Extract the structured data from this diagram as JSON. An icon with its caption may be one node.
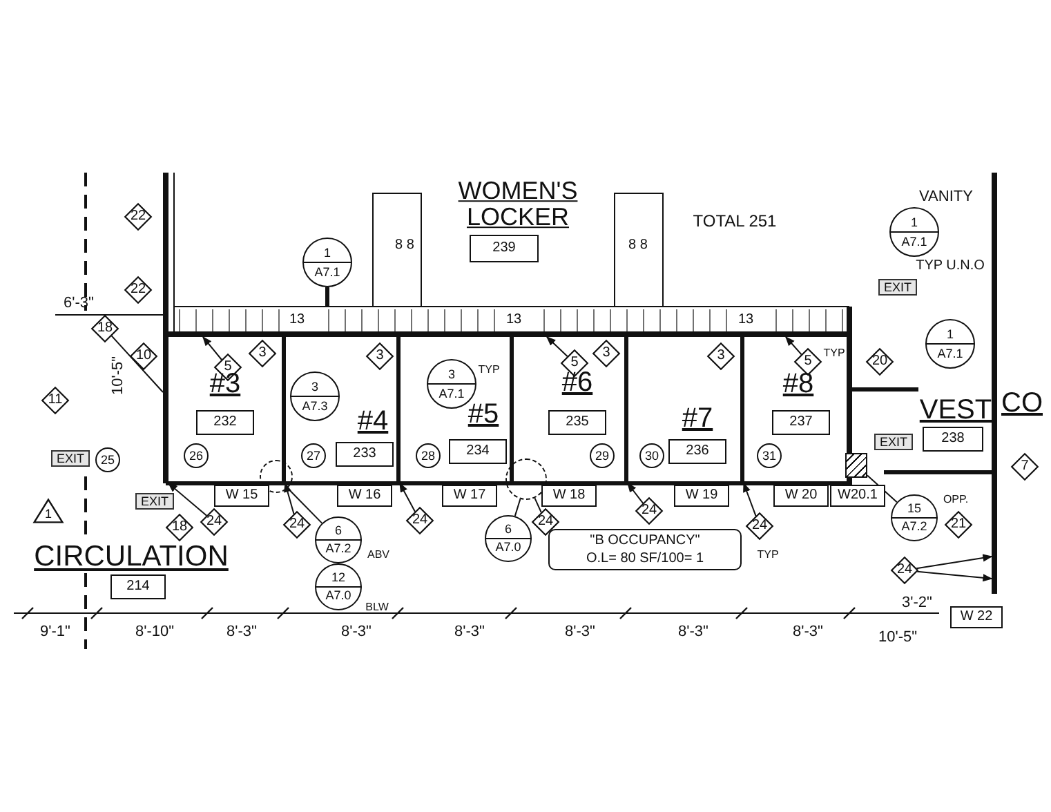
{
  "diagram": {
    "nodes": [
      {
        "text": [
          "22"
        ]
      },
      {
        "text": [
          "1",
          "A7.1"
        ]
      },
      {
        "text": [
          "239"
        ]
      },
      {
        "text": [
          "1",
          "A7.1"
        ]
      },
      {
        "text": [
          "22"
        ]
      },
      {
        "text": [
          "EXIT"
        ]
      },
      {
        "text": [
          "18"
        ]
      },
      {
        "text": [
          "10"
        ]
      },
      {
        "text": [
          "5"
        ]
      },
      {
        "text": [
          "3"
        ]
      },
      {
        "text": [
          "3"
        ]
      },
      {
        "text": [
          "3",
          "A7.1"
        ],
        "beside": [
          "TYP"
        ]
      },
      {
        "text": [
          "5"
        ]
      },
      {
        "text": [
          "3"
        ]
      },
      {
        "text": [
          "3"
        ]
      },
      {
        "text": [
          "5"
        ],
        "beside": [
          "TYP"
        ]
      },
      {
        "text": [
          "1",
          "A7.1"
        ]
      },
      {
        "text": [
          "20"
        ]
      },
      {
        "text": [
          "3",
          "A7.3"
        ]
      },
      {
        "text": [
          "11"
        ]
      },
      {
        "text": [
          "232"
        ]
      },
      {
        "text": [
          "235"
        ]
      },
      {
        "text": [
          "237"
        ]
      },
      {
        "text": [
          "EXIT"
        ]
      },
      {
        "text": [
          "25"
        ]
      },
      {
        "text": [
          "26"
        ]
      },
      {
        "text": [
          "27"
        ]
      },
      {
        "text": [
          "233"
        ]
      },
      {
        "text": [
          "234"
        ]
      },
      {
        "text": [
          "236"
        ]
      },
      {
        "text": [
          "EXIT"
        ]
      },
      {
        "text": [
          "238"
        ]
      },
      {
        "text": [
          "28"
        ]
      },
      {
        "text": [
          "29"
        ]
      },
      {
        "text": [
          "30"
        ]
      },
      {
        "text": [
          "31"
        ]
      },
      {
        "text": [],
        "shape": "circle"
      },
      {
        "text": [],
        "shape": "circle"
      },
      {
        "text": [],
        "shape": "box"
      },
      {
        "text": [
          "W 15"
        ]
      },
      {
        "text": [
          "W 16"
        ]
      },
      {
        "text": [
          "W 17"
        ]
      },
      {
        "text": [
          "W 18"
        ]
      },
      {
        "text": [
          "W 19"
        ]
      },
      {
        "text": [
          "W 20"
        ]
      },
      {
        "text": [
          "W20.1"
        ]
      },
      {
        "text": [
          "EXIT"
        ]
      },
      {
        "text": [
          "1"
        ]
      },
      {
        "text": [
          "18"
        ]
      },
      {
        "text": [
          "24"
        ]
      },
      {
        "text": [
          "24"
        ]
      },
      {
        "text": [
          "24"
        ]
      },
      {
        "text": [
          "24"
        ]
      },
      {
        "text": [
          "24"
        ]
      },
      {
        "text": [
          "24"
        ]
      },
      {
        "text": [
          "6",
          "A7.2"
        ],
        "beside": [
          "ABV"
        ]
      },
      {
        "text": [
          "6",
          "A7.0"
        ]
      },
      {
        "text": [
          "15",
          "A7.2"
        ],
        "beside": [
          "OPP."
        ]
      },
      {
        "text": [
          "21"
        ]
      },
      {
        "text": [
          "\"B OCCUPANCY\"",
          "O.L= 80 SF/100= 1"
        ],
        "beside": [
          "TYP"
        ]
      },
      {
        "text": [
          "12",
          "A7.0"
        ],
        "beside": [
          "BLW"
        ]
      },
      {
        "text": [
          "24"
        ]
      },
      {
        "text": [
          "214"
        ]
      },
      {
        "text": [
          "W 22"
        ]
      },
      {
        "text": [
          "7"
        ]
      },
      {
        "text": [],
        "shape": "bar"
      },
      {
        "text": [],
        "shape": "bar"
      },
      {
        "text": [],
        "shape": "bar"
      },
      {
        "text": [],
        "shape": "bar"
      },
      {
        "text": [],
        "shape": "bar"
      },
      {
        "text": [],
        "shape": "bar"
      },
      {
        "text": [],
        "shape": "bar"
      },
      {
        "text": [],
        "shape": "bar"
      },
      {
        "text": [],
        "shape": "bar"
      }
    ],
    "edges": [
      {
        "from": 49,
        "to": 65,
        "arrow": "to"
      },
      {
        "from": 50,
        "to": 67,
        "arrow": "to"
      },
      {
        "from": 51,
        "to": 68,
        "arrow": "to"
      },
      {
        "from": 52,
        "to": 37,
        "arrow": "none"
      },
      {
        "from": 53,
        "to": 70,
        "arrow": "to"
      },
      {
        "from": 54,
        "to": 71,
        "arrow": "to"
      },
      {
        "from": 56,
        "to": 37,
        "arrow": "none"
      },
      {
        "from": 55,
        "to": 36,
        "arrow": "none"
      },
      {
        "from": 57,
        "to": 38,
        "arrow": "none"
      },
      {
        "from": 61,
        "to": 73,
        "arrow": "to"
      },
      {
        "from": 61,
        "to": 73,
        "arrow": "to"
      },
      {
        "from": 8,
        "to": 66,
        "arrow": "to"
      },
      {
        "from": 12,
        "to": 66,
        "arrow": "to"
      },
      {
        "from": 15,
        "to": 66,
        "arrow": "to"
      },
      {
        "from": 6,
        "to": 65,
        "arrow": "none"
      }
    ],
    "labels": [
      "WOMEN'S LOCKER",
      "8 8",
      "8 8",
      "TOTAL 251",
      "VANITY",
      "TYP U.N.O",
      "6'-3\"",
      "13",
      "13",
      "13",
      "10'-5\"",
      "#3",
      "#6",
      "#8",
      "#4",
      "#5",
      "#7",
      "VEST",
      "CO",
      "CIRCULATION",
      "3'-2\"",
      "9'-1\"",
      "8'-10\"",
      "8'-3\"",
      "8'-3\"",
      "8'-3\"",
      "8'-3\"",
      "8'-3\"",
      "8'-3\"",
      "10'-5\""
    ]
  }
}
